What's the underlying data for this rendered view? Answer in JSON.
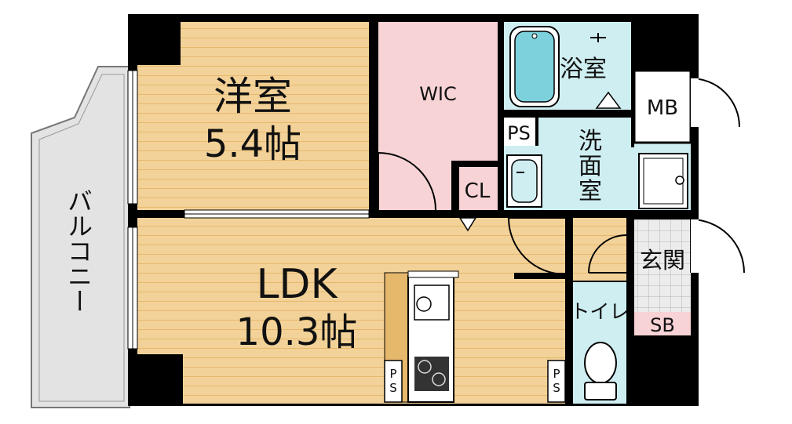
{
  "rooms": {
    "western": {
      "name": "洋室",
      "size": "5.4帖"
    },
    "ldk": {
      "name": "LDK",
      "size": "10.3帖"
    },
    "wic": "WIC",
    "cl": "CL",
    "bath": "浴室",
    "washroom": [
      "洗",
      "面",
      "室"
    ],
    "mb": "MB",
    "entrance": "玄関",
    "toilet": "トイレ",
    "sb": "SB",
    "balcony": "バルコニー"
  },
  "ps": {
    "upper": "PS",
    "lower": [
      "P",
      "S"
    ]
  },
  "colors": {
    "floor": "#f3d299",
    "floor_line": "#e6b86b",
    "wic": "#f8d3d6",
    "wet": "#cfeef2",
    "balcony": "#e3e3e3",
    "entrance": "#e8e8e8",
    "wall": "#000000"
  }
}
